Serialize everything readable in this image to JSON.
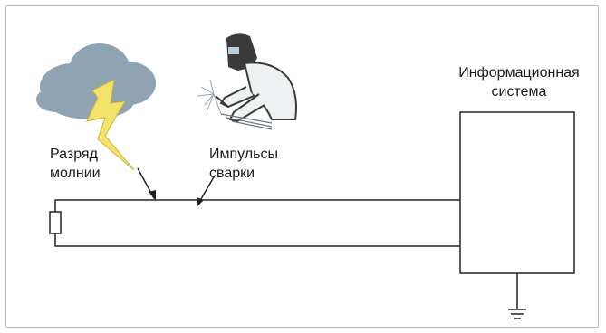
{
  "labels": {
    "lightning": [
      "Разряд",
      "молнии"
    ],
    "welding": [
      "Импульсы",
      "сварки"
    ],
    "system": [
      "Информационная",
      "система"
    ]
  },
  "icons": {
    "cloud": "storm-cloud-icon",
    "bolt": "lightning-bolt-icon",
    "welder": "welder-icon",
    "ground": "ground-icon",
    "load": "resistor-icon"
  },
  "colors": {
    "cloud": "#8fa4b3",
    "bolt": "#f4e36b",
    "line": "#222222",
    "welder": "#3a3a3a"
  }
}
